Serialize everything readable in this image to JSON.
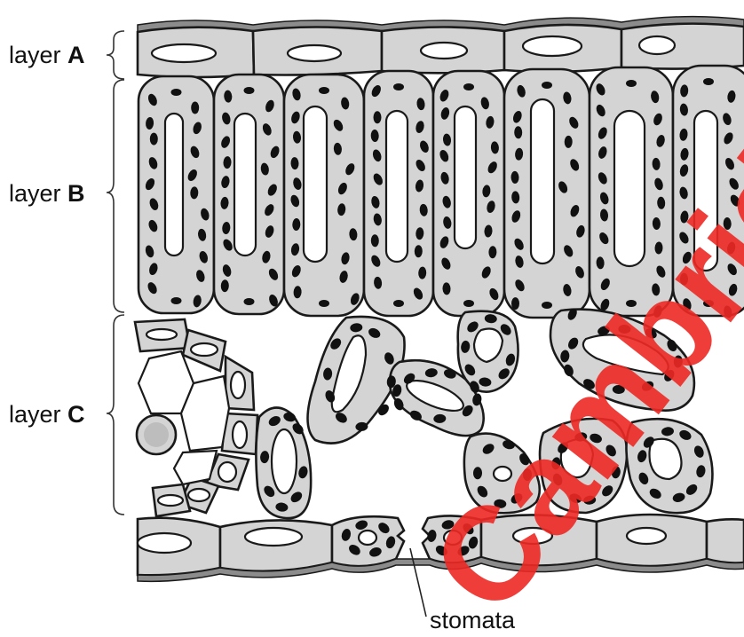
{
  "labels": {
    "layer_a": {
      "prefix": "layer",
      "letter": "A"
    },
    "layer_b": {
      "prefix": "layer",
      "letter": "B"
    },
    "layer_c": {
      "prefix": "layer",
      "letter": "C"
    },
    "stomata": "stomata"
  },
  "watermark": {
    "text": "Cambridge",
    "color": "#ee2a24"
  },
  "colors": {
    "cell_fill": "#d4d4d4",
    "outline": "#1a1a1a",
    "chloroplast": "#111111"
  }
}
